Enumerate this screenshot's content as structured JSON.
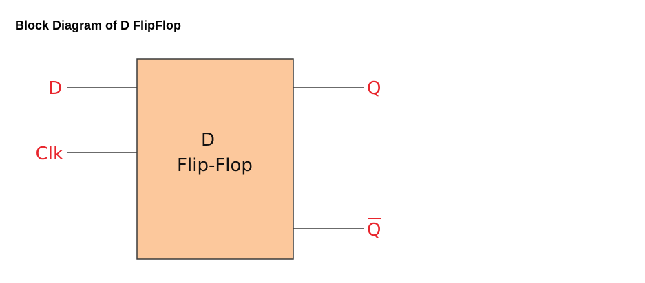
{
  "page": {
    "title": "Block Diagram of D FlipFlop"
  },
  "block": {
    "line1": "D",
    "line2": "Flip-Flop"
  },
  "inputs": {
    "d": "D",
    "clk": "Clk"
  },
  "outputs": {
    "q": "Q",
    "q_bar": "Q"
  },
  "colors": {
    "block_fill": "#fcc89c",
    "block_stroke": "#3a3a3a",
    "label": "#e8262d",
    "wire": "#3a3a3a"
  }
}
